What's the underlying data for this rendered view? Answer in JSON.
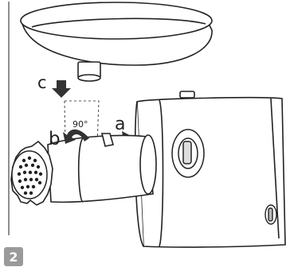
{
  "labels": {
    "a": "a",
    "b": "b",
    "c": "c",
    "angle": "90°"
  },
  "step_number": "2",
  "icons": [
    "hopper-tray",
    "meat-grinder",
    "cutting-plate",
    "push-arrow",
    "rotate-arrow",
    "down-arrow"
  ]
}
